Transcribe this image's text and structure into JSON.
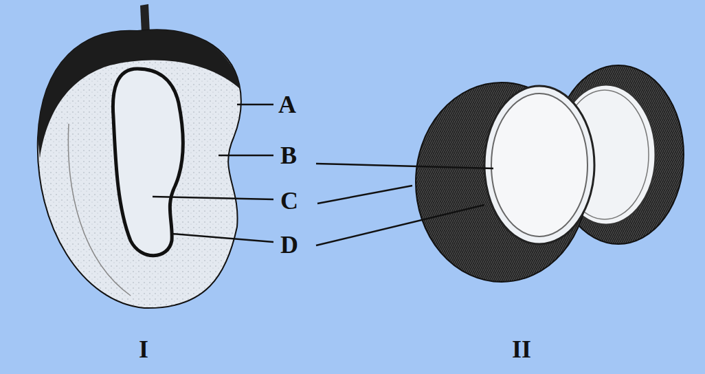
{
  "diagram": {
    "labels": [
      "A",
      "B",
      "C",
      "D",
      "I",
      "II"
    ]
  }
}
